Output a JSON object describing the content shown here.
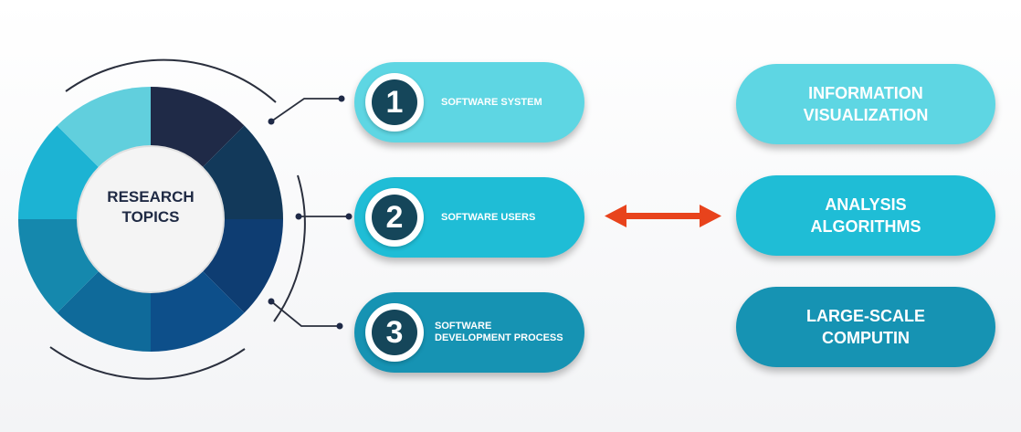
{
  "center": {
    "line1": "RESEARCH",
    "line2": "TOPICS"
  },
  "topics": [
    {
      "number": "1",
      "label_line1": "SOFTWARE SYSTEM",
      "label_line2": "",
      "color": "#5ed6e3"
    },
    {
      "number": "2",
      "label_line1": "SOFTWARE USERS",
      "label_line2": "",
      "color": "#1fbdd6"
    },
    {
      "number": "3",
      "label_line1": "SOFTWARE",
      "label_line2": "DEVELOPMENT PROCESS",
      "color": "#1693b3"
    }
  ],
  "areas": [
    {
      "line1": "INFORMATION",
      "line2": "VISUALIZATION",
      "color": "#5ed6e3"
    },
    {
      "line1": "ANALYSIS",
      "line2": "ALGORITHMS",
      "color": "#1fbdd6"
    },
    {
      "line1": "LARGE-SCALE",
      "line2": "COMPUTIN",
      "color": "#1693b3"
    }
  ],
  "arrow_color": "#e8431c"
}
